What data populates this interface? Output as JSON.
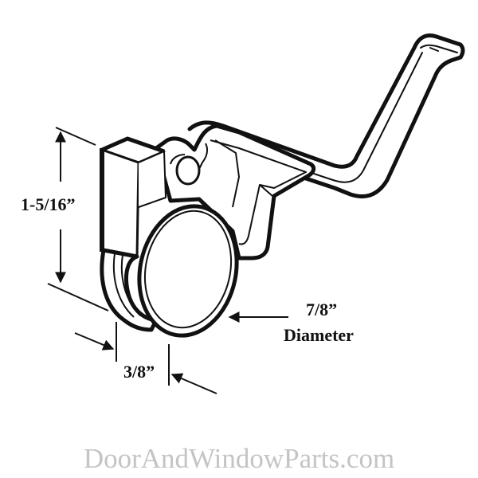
{
  "diagram": {
    "subject": "window roller assembly",
    "colors": {
      "line": "#111111",
      "fill": "#ffffff",
      "watermark": "#c4c4c4"
    },
    "dimensions": {
      "height": {
        "value": "1-5/16”"
      },
      "diameter": {
        "value": "7/8”",
        "label": "Diameter"
      },
      "width": {
        "value": "3/8”"
      }
    },
    "watermark": "DoorAndWindowParts.com"
  }
}
